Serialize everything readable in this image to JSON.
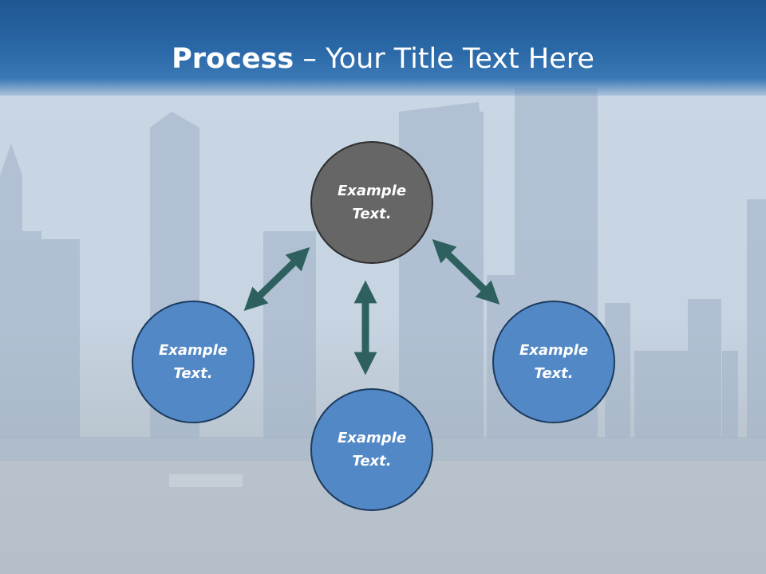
{
  "title": {
    "bold": "Process",
    "rest": " – Your Title Text Here"
  },
  "nodes": [
    {
      "line1": "Example",
      "line2": "Text."
    },
    {
      "line1": "Example",
      "line2": "Text."
    },
    {
      "line1": "Example",
      "line2": "Text."
    },
    {
      "line1": "Example",
      "line2": "Text."
    }
  ],
  "colors": {
    "title_bar": "#2b69a8",
    "center_node": "#666666",
    "outer_node": "#5288c5",
    "arrow": "#2f6060"
  }
}
